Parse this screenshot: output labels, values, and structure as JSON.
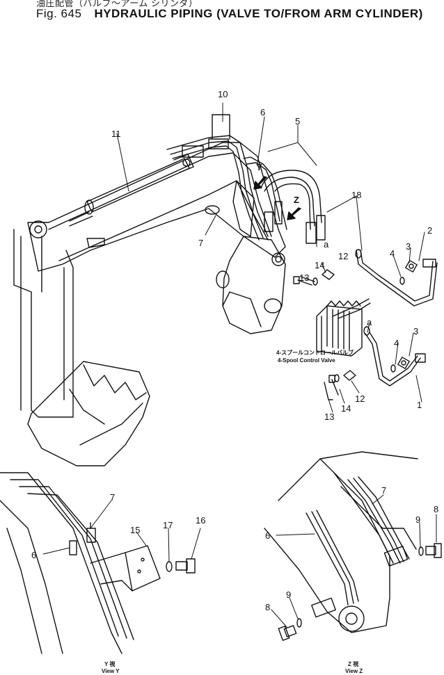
{
  "header": {
    "fig_number": "Fig. 645",
    "title_jp": "油圧配管（バルブ～アーム シリンダ）",
    "title_en": "HYDRAULIC PIPING (VALVE TO/FROM ARM CYLINDER)"
  },
  "callouts": {
    "n1": "1",
    "n2": "2",
    "n3": "3",
    "n4": "4",
    "n5": "5",
    "n6": "6",
    "n7": "7",
    "n8": "8",
    "n9": "9",
    "n10": "10",
    "n11": "11",
    "n12": "12",
    "n13": "13",
    "n14": "14",
    "n15": "15",
    "n16": "16",
    "n17": "17",
    "n18": "18",
    "a": "a",
    "Y": "Y",
    "Z": "Z"
  },
  "valve_label": {
    "jp": "4-スプールコントロールバルブ",
    "en": "4-Spool Control Valve"
  },
  "views": {
    "y_jp": "Y 視",
    "y_en": "View Y",
    "z_jp": "Z 視",
    "z_en": "View Z"
  }
}
